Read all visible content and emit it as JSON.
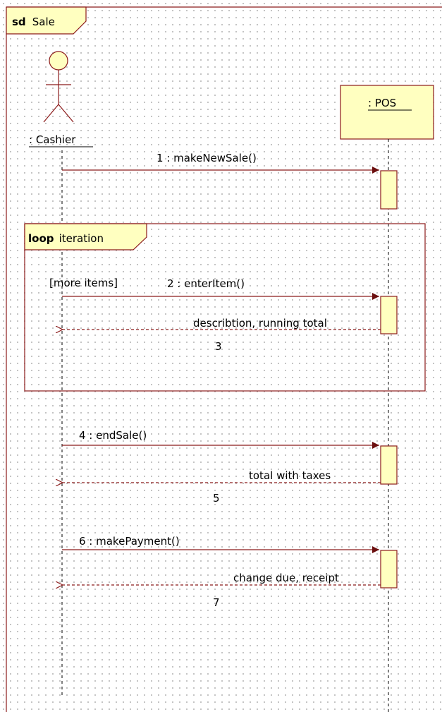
{
  "frame": {
    "keyword": "sd",
    "name": "Sale"
  },
  "lifelines": {
    "cashier": {
      "label": ": Cashier"
    },
    "pos": {
      "label": ": POS"
    }
  },
  "fragment": {
    "operator": "loop",
    "name": "iteration",
    "guard": "[more items]"
  },
  "messages": [
    {
      "label": "1 : makeNewSale()"
    },
    {
      "label": "2 : enterItem()"
    },
    {
      "label": "describtion, running total",
      "number": "3"
    },
    {
      "label": "4 : endSale()"
    },
    {
      "label": "total with taxes",
      "number": "5"
    },
    {
      "label": "6 : makePayment()"
    },
    {
      "label": "change due, receipt",
      "number": "7"
    }
  ],
  "colors": {
    "line": "#8b1a1a",
    "fill": "#ffffc0"
  }
}
